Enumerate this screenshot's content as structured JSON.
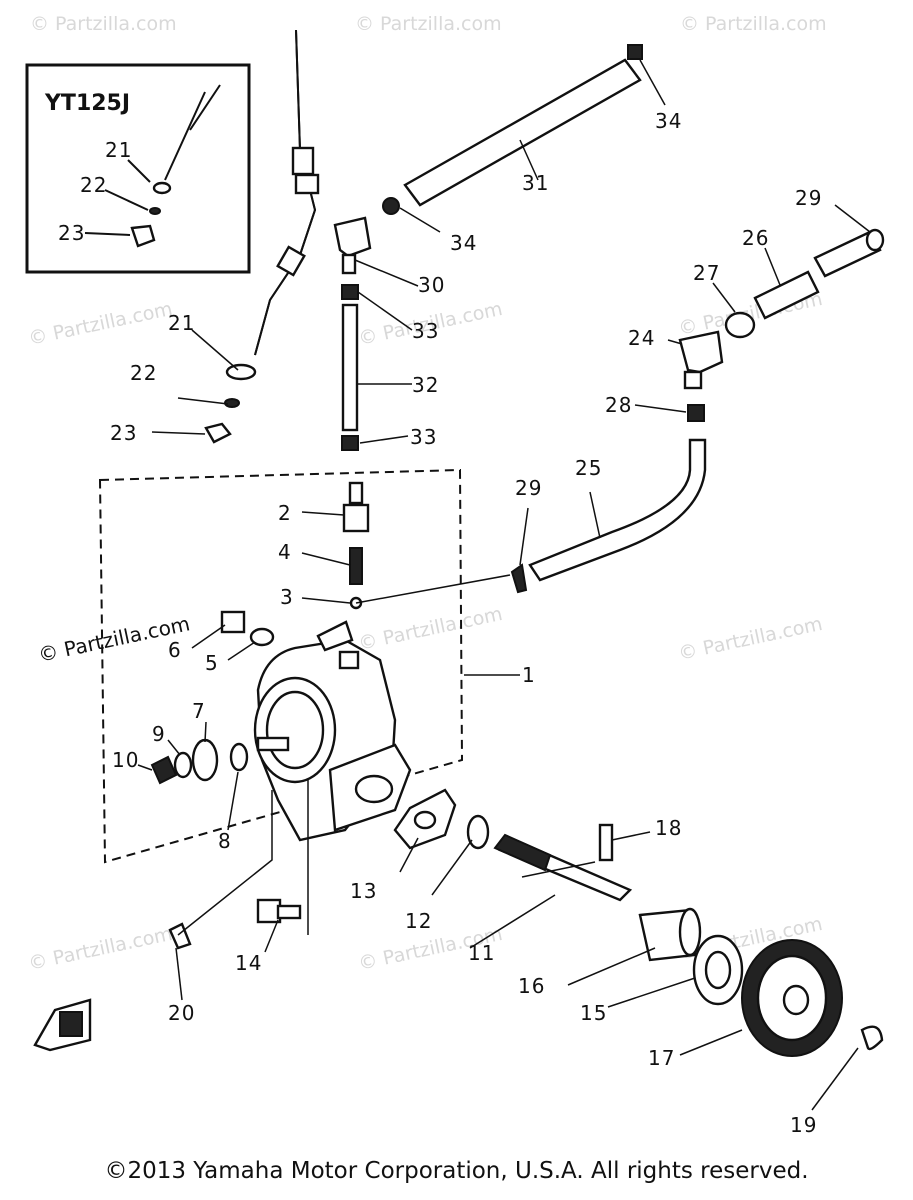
{
  "watermark": "© Partzilla.com",
  "inset": {
    "title": "YT125J",
    "callouts": [
      "21",
      "22",
      "23"
    ]
  },
  "callouts": [
    "1",
    "2",
    "3",
    "4",
    "5",
    "6",
    "7",
    "8",
    "9",
    "10",
    "11",
    "12",
    "13",
    "14",
    "15",
    "16",
    "17",
    "18",
    "19",
    "20",
    "21",
    "22",
    "23",
    "24",
    "25",
    "26",
    "27",
    "28",
    "29",
    "29",
    "30",
    "31",
    "32",
    "33",
    "33",
    "34",
    "34"
  ],
  "copyright": "©2013 Yamaha Motor Corporation, U.S.A. All rights reserved."
}
